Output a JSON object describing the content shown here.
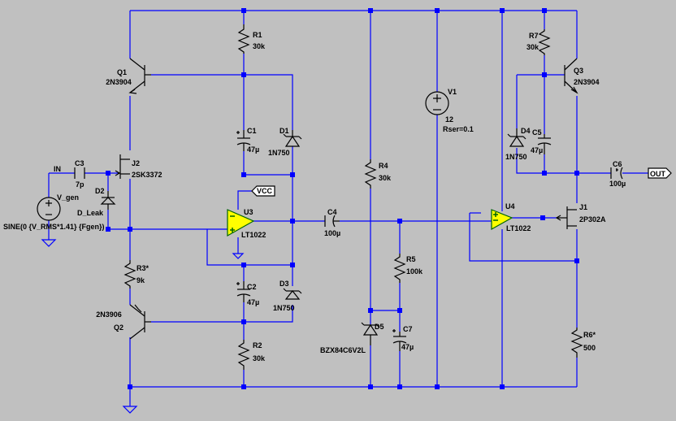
{
  "components": {
    "q1": {
      "ref": "Q1",
      "value": "2N3904"
    },
    "q2": {
      "ref": "Q2",
      "value": "2N3906"
    },
    "q3": {
      "ref": "Q3",
      "value": "2N3904"
    },
    "j1": {
      "ref": "J1",
      "value": "2P302A"
    },
    "j2": {
      "ref": "J2",
      "value": "2SK3372"
    },
    "r1": {
      "ref": "R1",
      "value": "30k"
    },
    "r2": {
      "ref": "R2",
      "value": "30k"
    },
    "r3": {
      "ref": "R3*",
      "value": "9k"
    },
    "r4": {
      "ref": "R4",
      "value": "30k"
    },
    "r5": {
      "ref": "R5",
      "value": "100k"
    },
    "r6": {
      "ref": "R6*",
      "value": "500"
    },
    "r7": {
      "ref": "R7",
      "value": "30k"
    },
    "c1": {
      "ref": "C1",
      "value": "47µ"
    },
    "c2": {
      "ref": "C2",
      "value": "47µ"
    },
    "c3": {
      "ref": "C3",
      "value": "7p"
    },
    "c4": {
      "ref": "C4",
      "value": "100µ"
    },
    "c5": {
      "ref": "C5",
      "value": "47µ"
    },
    "c6": {
      "ref": "C6",
      "value": "100µ"
    },
    "c7": {
      "ref": "C7",
      "value": "47µ"
    },
    "d1": {
      "ref": "D1",
      "value": "1N750"
    },
    "d2": {
      "ref": "D2",
      "value": "D_Leak"
    },
    "d3": {
      "ref": "D3",
      "value": "1N750"
    },
    "d4": {
      "ref": "D4",
      "value": "1N750"
    },
    "d5": {
      "ref": "D5",
      "value": "BZX84C6V2L"
    },
    "u3": {
      "ref": "U3",
      "value": "LT1022"
    },
    "u4": {
      "ref": "U4",
      "value": "LT1022"
    },
    "v1": {
      "ref": "V1",
      "value": "12",
      "param": "Rser=0.1"
    },
    "vgen": {
      "ref": "V_gen",
      "value": "SINE(0 {V_RMS*1.41} {Fgen})"
    }
  },
  "net_labels": {
    "in": "IN",
    "out": "OUT",
    "vcc": "VCC"
  },
  "colors": {
    "background": "#c0c0c0",
    "wire": "#0000ff",
    "component": "#000000",
    "opamp": "#006400",
    "opamp_fill": "#ffff00",
    "flag_fill": "#ffffff"
  }
}
